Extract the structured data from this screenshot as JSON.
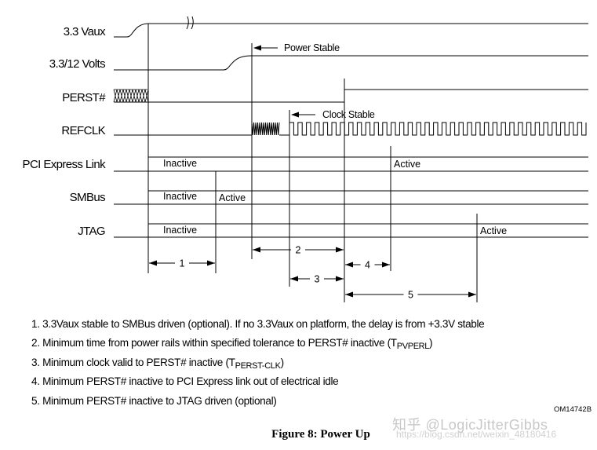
{
  "signals": [
    {
      "id": "vaux",
      "label": "3.3 Vaux"
    },
    {
      "id": "volts",
      "label": "3.3/12 Volts"
    },
    {
      "id": "perst",
      "label": "PERST#"
    },
    {
      "id": "refclk",
      "label": "REFCLK"
    },
    {
      "id": "pcie",
      "label": "PCI Express Link",
      "inactive": "Inactive",
      "active": "Active"
    },
    {
      "id": "smbus",
      "label": "SMBus",
      "inactive": "Inactive",
      "active": "Active"
    },
    {
      "id": "jtag",
      "label": "JTAG",
      "inactive": "Inactive",
      "active": "Active"
    }
  ],
  "annotations": {
    "power_stable": "Power Stable",
    "clock_stable": "Clock Stable"
  },
  "intervals": [
    "1",
    "2",
    "3",
    "4",
    "5"
  ],
  "notes": [
    {
      "text": "1. 3.3Vaux stable to SMBus driven (optional). If no 3.3Vaux on platform, the delay is from +3.3V stable",
      "sub": "",
      "tail": ""
    },
    {
      "text": "2. Minimum time from power rails within specified tolerance to PERST# inactive (T",
      "sub": "PVPERL",
      "tail": ")"
    },
    {
      "text": "3. Minimum clock valid to PERST# inactive (T",
      "sub": "PERST-CLK",
      "tail": ")"
    },
    {
      "text": "4. Minimum PERST# inactive to PCI Express link out of electrical idle",
      "sub": "",
      "tail": ""
    },
    {
      "text": "5. Minimum PERST# inactive to JTAG driven (optional)",
      "sub": "",
      "tail": ""
    }
  ],
  "ref_code": "OM14742B",
  "caption": "Figure 8:  Power Up",
  "watermark": "知乎 @LogicJitterGibbs",
  "watermark_url": "https://blog.csdn.net/weixin_48180416"
}
